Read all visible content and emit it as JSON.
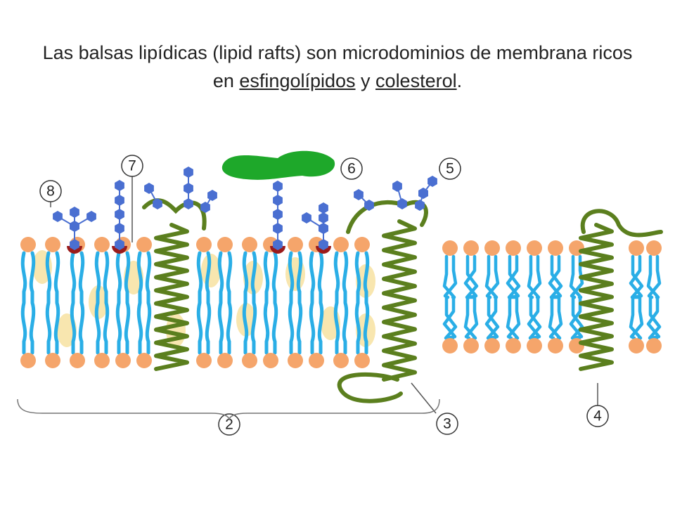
{
  "title": {
    "part1": "Las balsas lipídicas (lipid rafts) son microdominios de membrana ricos en ",
    "link1": "esfingolípidos",
    "part2": " y ",
    "link2": "colesterol",
    "part3": "."
  },
  "callouts": [
    "2",
    "3",
    "4",
    "5",
    "6",
    "7",
    "8"
  ],
  "colors": {
    "lipid_tail": "#2aaee6",
    "lipid_head": "#f5a56b",
    "cholesterol": "#f7e3a6",
    "protein": "#5b7f1e",
    "glycan": "#4a6fd1",
    "anchor": "#9b1b1b",
    "extracellular_protein": "#1ea82a"
  }
}
